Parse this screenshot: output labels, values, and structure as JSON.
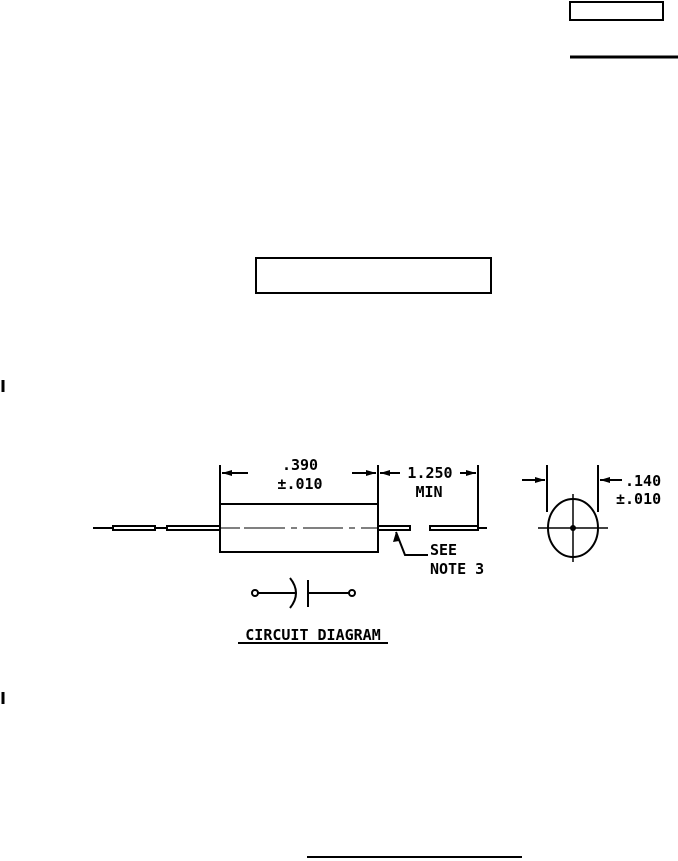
{
  "drawing": {
    "body_length": ".390",
    "body_length_tol": "±.010",
    "lead_length": "1.250",
    "lead_length_qual": "MIN",
    "diameter": ".140",
    "diameter_tol": "±.010",
    "note_line1": "SEE",
    "note_line2": "NOTE 3",
    "circuit_label": "CIRCUIT DIAGRAM"
  }
}
